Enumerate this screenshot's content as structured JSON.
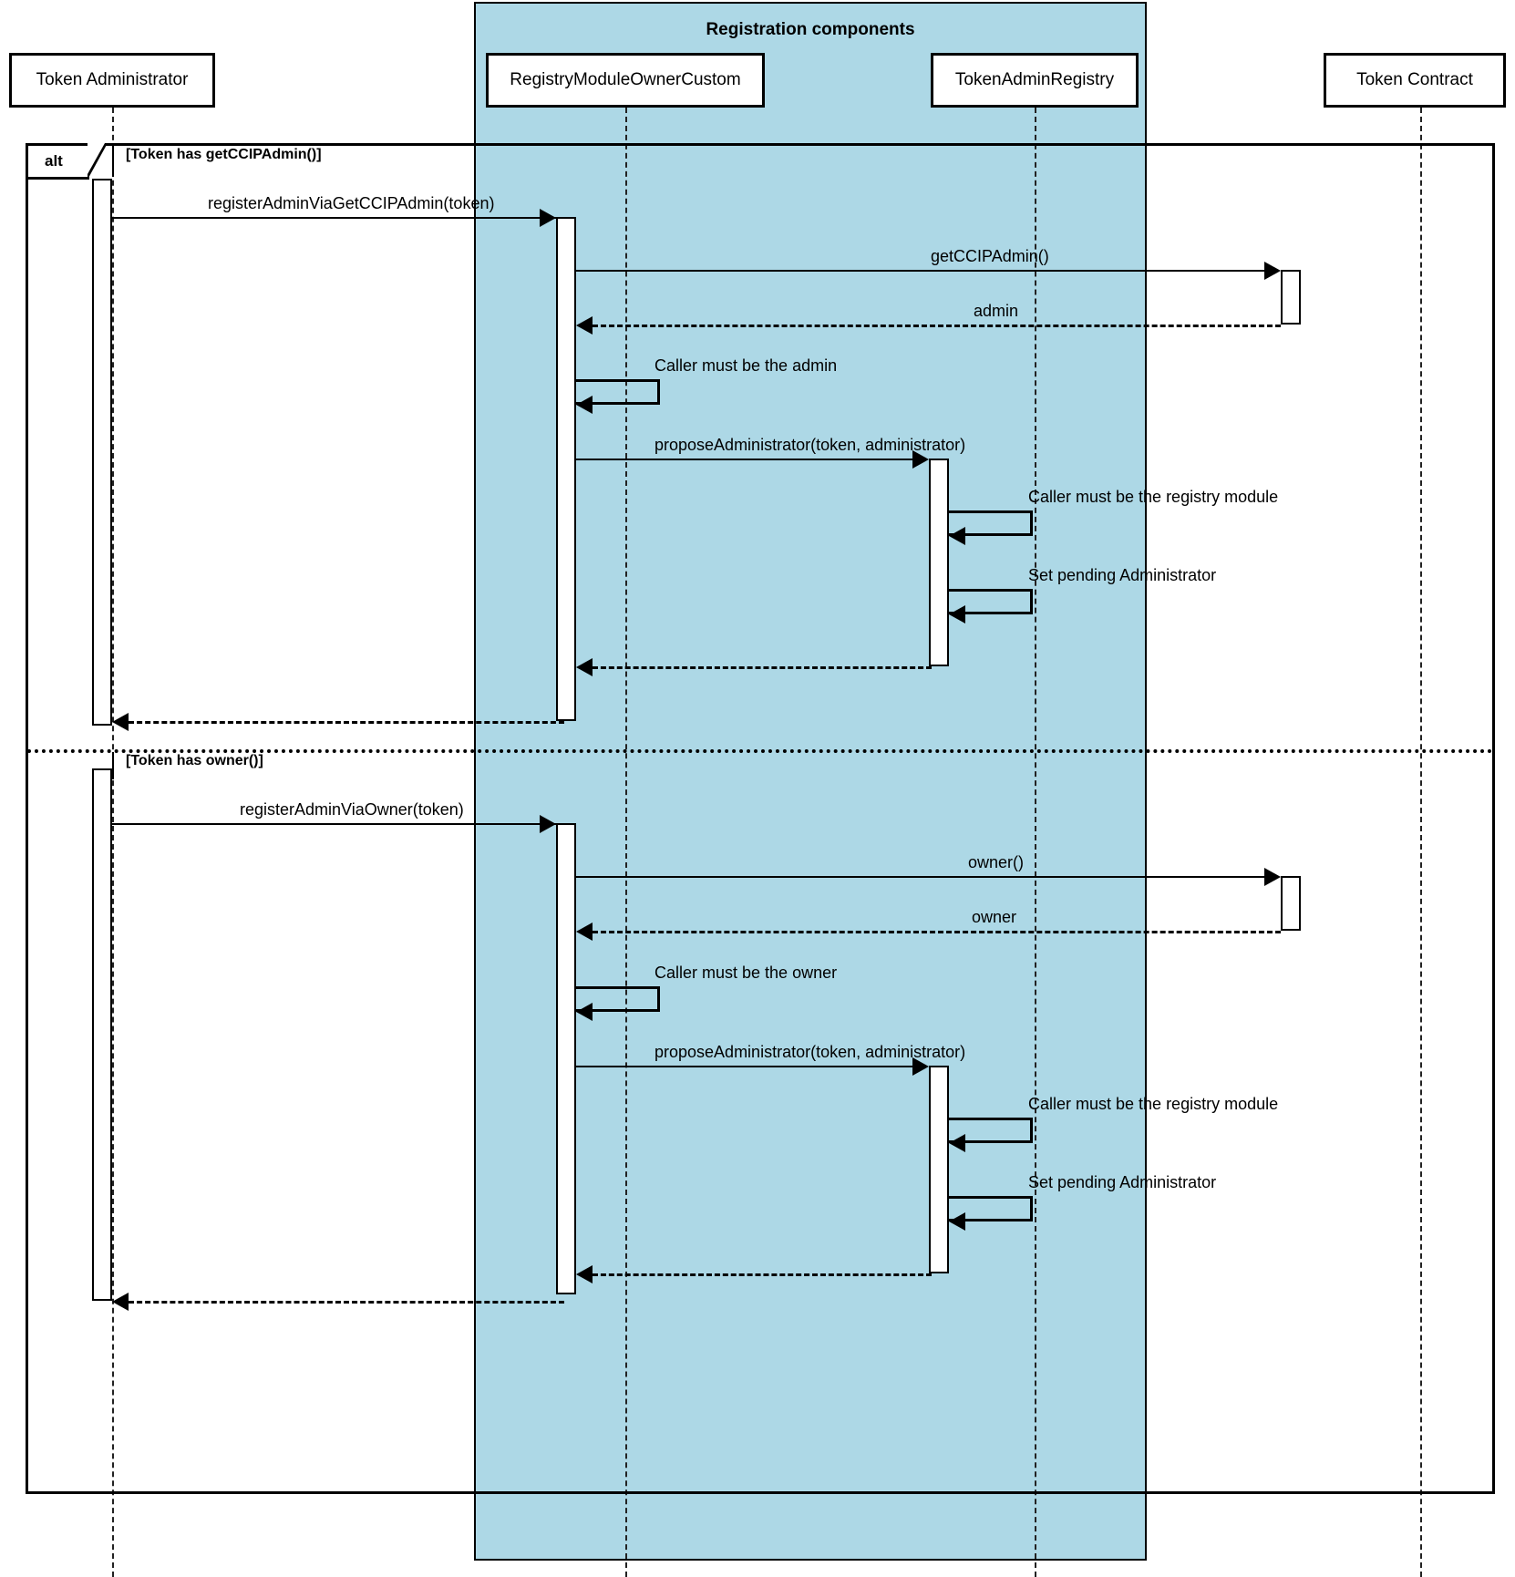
{
  "diagram": {
    "type": "uml-sequence-diagram",
    "group": {
      "title": "Registration components",
      "color": "#ADD8E6"
    },
    "participants": [
      {
        "id": "admin",
        "label": "Token Administrator"
      },
      {
        "id": "registry_module",
        "label": "RegistryModuleOwnerCustom"
      },
      {
        "id": "token_admin_registry",
        "label": "TokenAdminRegistry"
      },
      {
        "id": "token_contract",
        "label": "Token Contract"
      }
    ],
    "fragment": {
      "operator": "alt",
      "guards": [
        "[Token has getCCIPAdmin()]",
        "[Token has owner()]"
      ]
    },
    "messages": [
      {
        "label": "registerAdminViaGetCCIPAdmin(token)",
        "kind": "call",
        "from": "admin",
        "to": "registry_module"
      },
      {
        "label": "getCCIPAdmin()",
        "kind": "call",
        "from": "registry_module",
        "to": "token_contract"
      },
      {
        "label": "admin",
        "kind": "return",
        "from": "token_contract",
        "to": "registry_module"
      },
      {
        "label": "Caller must be the admin",
        "kind": "self",
        "from": "registry_module",
        "to": "registry_module"
      },
      {
        "label": "proposeAdministrator(token, administrator)",
        "kind": "call",
        "from": "registry_module",
        "to": "token_admin_registry"
      },
      {
        "label": "Caller must be the registry module",
        "kind": "self",
        "from": "token_admin_registry",
        "to": "token_admin_registry"
      },
      {
        "label": "Set pending Administrator",
        "kind": "self",
        "from": "token_admin_registry",
        "to": "token_admin_registry"
      },
      {
        "label": "",
        "kind": "return",
        "from": "token_admin_registry",
        "to": "registry_module"
      },
      {
        "label": "",
        "kind": "return",
        "from": "registry_module",
        "to": "admin"
      },
      {
        "label": "registerAdminViaOwner(token)",
        "kind": "call",
        "from": "admin",
        "to": "registry_module"
      },
      {
        "label": "owner()",
        "kind": "call",
        "from": "registry_module",
        "to": "token_contract"
      },
      {
        "label": "owner",
        "kind": "return",
        "from": "token_contract",
        "to": "registry_module"
      },
      {
        "label": "Caller must be the owner",
        "kind": "self",
        "from": "registry_module",
        "to": "registry_module"
      },
      {
        "label": "proposeAdministrator(token, administrator)",
        "kind": "call",
        "from": "registry_module",
        "to": "token_admin_registry"
      },
      {
        "label": "Caller must be the registry module",
        "kind": "self",
        "from": "token_admin_registry",
        "to": "token_admin_registry"
      },
      {
        "label": "Set pending Administrator",
        "kind": "self",
        "from": "token_admin_registry",
        "to": "token_admin_registry"
      },
      {
        "label": "",
        "kind": "return",
        "from": "token_admin_registry",
        "to": "registry_module"
      },
      {
        "label": "",
        "kind": "return",
        "from": "registry_module",
        "to": "admin"
      }
    ],
    "labels": {
      "m1": "registerAdminViaGetCCIPAdmin(token)",
      "m2": "getCCIPAdmin()",
      "m3": "admin",
      "m4": "Caller must be the admin",
      "m5": "proposeAdministrator(token, administrator)",
      "m6": "Caller must be the registry module",
      "m7": "Set pending Administrator",
      "m8": "registerAdminViaOwner(token)",
      "m9": "owner()",
      "m10": "owner",
      "m11": "Caller must be the owner",
      "m12": "proposeAdministrator(token, administrator)",
      "m13": "Caller must be the registry module",
      "m14": "Set pending Administrator",
      "alt_tag": "alt",
      "guard1": "[Token has getCCIPAdmin()]",
      "guard2": "[Token has owner()]",
      "group_title": "Registration components",
      "p1": "Token Administrator",
      "p2": "RegistryModuleOwnerCustom",
      "p3": "TokenAdminRegistry",
      "p4": "Token Contract"
    }
  }
}
